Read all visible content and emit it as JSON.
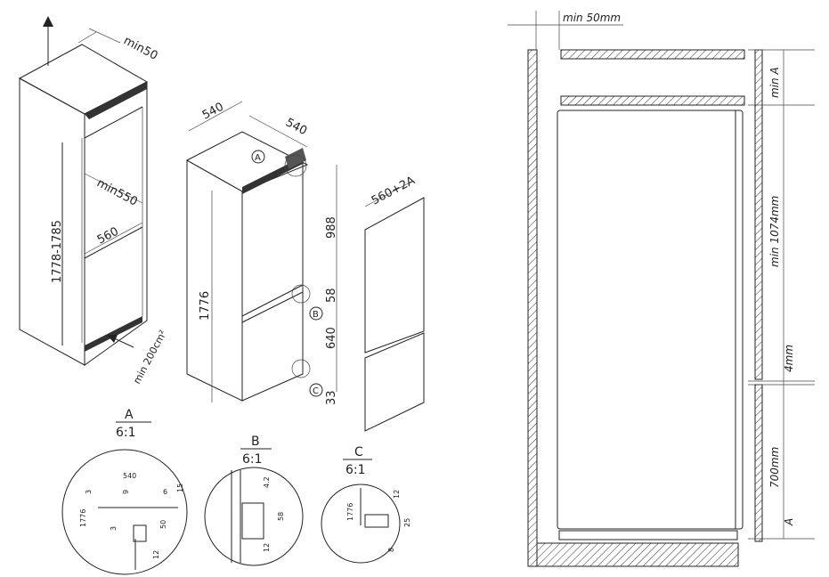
{
  "iso_dims": {
    "niche_depth_offset": "min50",
    "niche_height": "1778-1785",
    "niche_depth": "min550",
    "niche_width": "560",
    "vent_area": "min 200cm²",
    "unit_width": "540",
    "unit_depth": "540",
    "unit_height": "1776",
    "upper_height": "988",
    "gap": "58",
    "lower_height": "640",
    "base": "33",
    "door_width": "560+2A"
  },
  "callouts": {
    "a": "A",
    "b": "B",
    "c": "C"
  },
  "details": {
    "a": {
      "title": "A",
      "scale": "6:1",
      "d540": "540",
      "d3a": "3",
      "d9": "9",
      "d6": "6",
      "d15": "15",
      "d1776": "1776",
      "d3b": "3",
      "d50": "50",
      "d12": "12"
    },
    "b": {
      "title": "B",
      "scale": "6:1",
      "d42": "4.2",
      "d58": "58",
      "d12": "12"
    },
    "c": {
      "title": "C",
      "scale": "6:1",
      "d12": "12",
      "d1776": "1776",
      "d25": "25",
      "d8": "8"
    }
  },
  "section": {
    "min_50": "min 50mm",
    "min_a": "min A",
    "min_1074": "min 1074mm",
    "gap_4": "4mm",
    "d700": "700mm",
    "a": "A"
  }
}
